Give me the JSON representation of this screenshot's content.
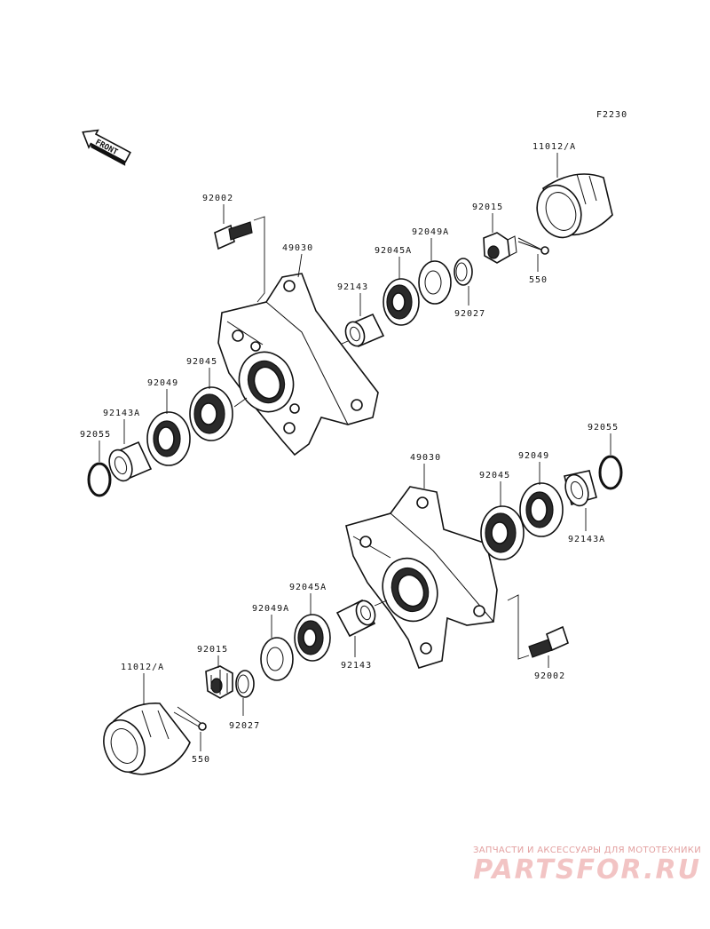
{
  "diagram": {
    "code": "F2230",
    "front_label": "FRONT",
    "parts": {
      "cap_top": "11012/A",
      "nut_top": "92015",
      "pin_top": "550",
      "collar_top": "92027",
      "seal_a_top": "92049A",
      "bearing_a_top": "92045A",
      "spacer_top": "92143",
      "hub_top": "49030",
      "bolt_top": "92002",
      "bearing_top": "92045",
      "seal_top": "92049",
      "collar_b_top": "92143A",
      "ring_top": "92055",
      "hub_bottom": "49030",
      "bearing_bottom": "92045",
      "seal_bottom": "92049",
      "ring_bottom": "92055",
      "collar_b_bottom": "92143A",
      "bearing_a_bottom": "92045A",
      "seal_a_bottom": "92049A",
      "spacer_bottom": "92143",
      "bolt_bottom": "92002",
      "nut_bottom": "92015",
      "collar_bottom": "92027",
      "cap_bottom": "11012/A",
      "pin_bottom": "550"
    }
  },
  "watermark": {
    "tagline": "ЗАПЧАСТИ И АКСЕССУАРЫ ДЛЯ МОТОТЕХНИКИ",
    "brand": "PARTSFOR.RU"
  }
}
